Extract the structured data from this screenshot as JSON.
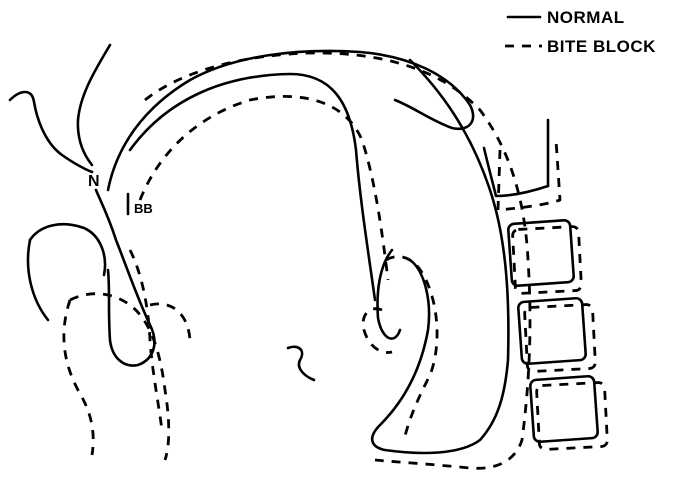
{
  "legend": {
    "normal_label": "NORMAL",
    "bite_block_label": "BITE BLOCK"
  },
  "labels": {
    "nasion": "N",
    "bite_block_marker": "BB"
  },
  "colors": {
    "ink": "#000000",
    "background": "#ffffff"
  }
}
